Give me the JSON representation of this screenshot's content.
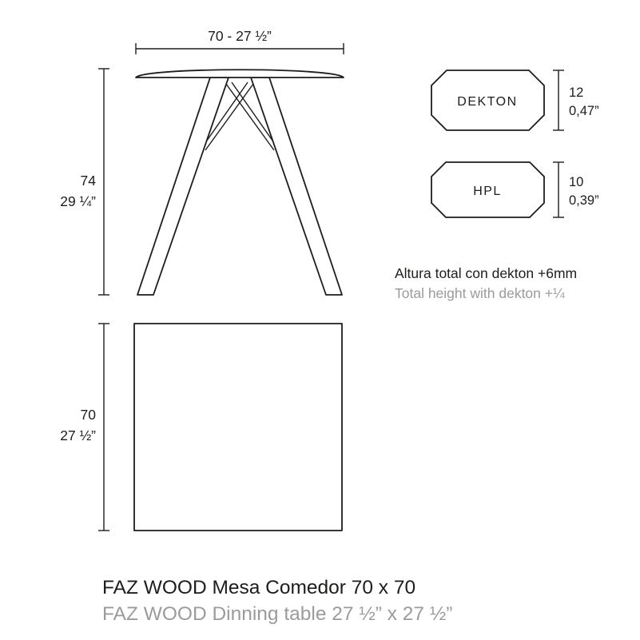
{
  "front_view": {
    "width_label": "70 - 27 ½”",
    "height_cm": "74",
    "height_in": "29 ¼”"
  },
  "materials": [
    {
      "name": "DEKTON",
      "thickness_cm": "12",
      "thickness_in": "0,47”"
    },
    {
      "name": "HPL",
      "thickness_cm": "10",
      "thickness_in": "0,39”"
    }
  ],
  "note": {
    "es": "Altura total con dekton +6mm",
    "en": "Total height with dekton +¼"
  },
  "top_view": {
    "size_cm": "70",
    "size_in": "27 ½”"
  },
  "footer": {
    "title_es": "FAZ WOOD Mesa Comedor 70 x 70",
    "title_en": "FAZ WOOD Dinning table 27 ½” x 27 ½”"
  },
  "colors": {
    "line": "#1d1d1b",
    "text_primary": "#1d1d1b",
    "text_secondary": "#9c9b9b",
    "background": "#ffffff"
  }
}
